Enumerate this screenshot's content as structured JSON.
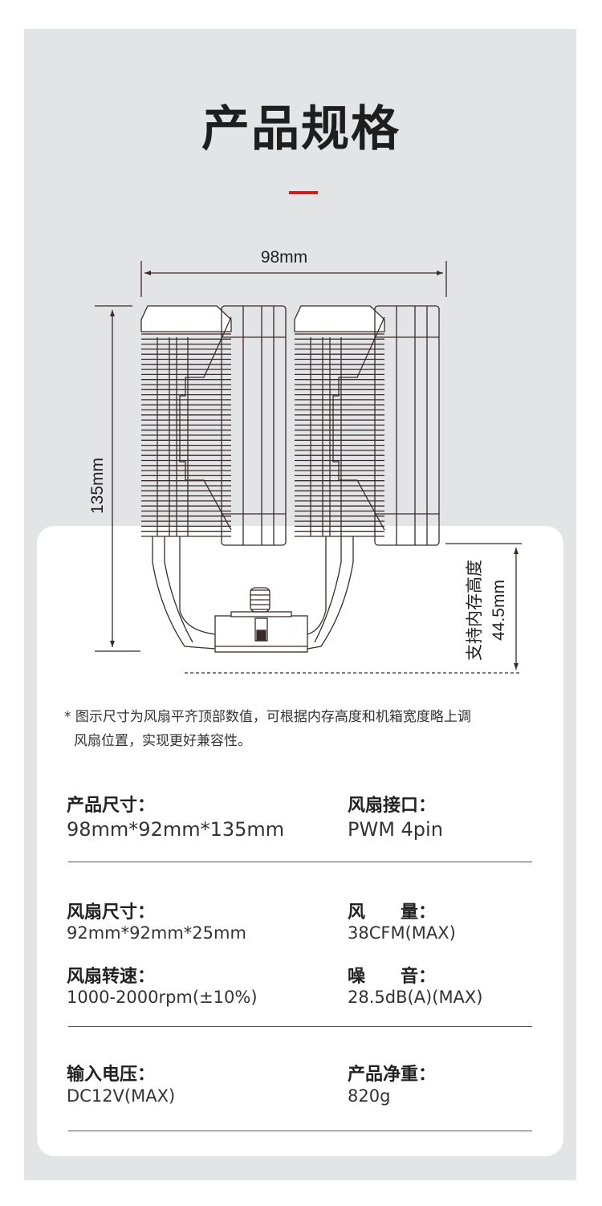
{
  "title": "产品规格",
  "diagram": {
    "width_label": "98mm",
    "height_label": "135mm",
    "ram_label": "支持内存高度",
    "ram_value": "44.5mm"
  },
  "note": {
    "line1": "* 图示尺寸为风扇平齐顶部数值，可根据内存高度和机箱宽度略上调",
    "line2": "风扇位置，实现更好兼容性。"
  },
  "specs": [
    {
      "label": "产品尺寸：",
      "value": "98mm*92mm*135mm"
    },
    {
      "label": "风扇接口：",
      "value": "PWM 4pin"
    },
    {
      "label": "风扇尺寸：",
      "value": "92mm*92mm*25mm"
    },
    {
      "label": "风　　量：",
      "value": "38CFM(MAX)"
    },
    {
      "label": "风扇转速：",
      "value": "1000-2000rpm(±10%)"
    },
    {
      "label": "噪　　音：",
      "value": "28.5dB(A)(MAX)"
    },
    {
      "label": "输入电压：",
      "value": "DC12V(MAX)"
    },
    {
      "label": "产品净重：",
      "value": "820g"
    }
  ],
  "colors": {
    "accent": "#c8201e",
    "panel": "#e3e4e6"
  }
}
